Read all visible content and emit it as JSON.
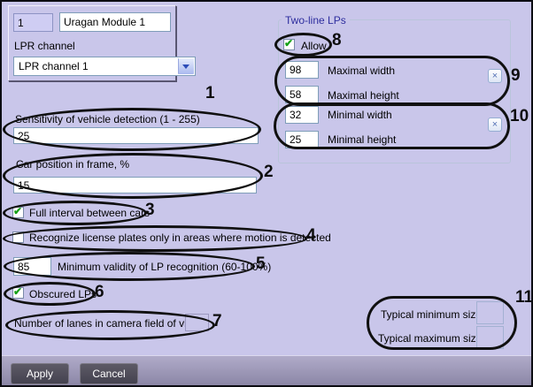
{
  "icons": {
    "check": "✔",
    "clear": "×"
  },
  "colors": {
    "background": "#c9c6ea",
    "group_title_navy": "#2d2d9e",
    "check_green": "#17a018",
    "footer_bar": "#948fae",
    "button_dark": "#4a4753",
    "annotation_black": "#101010"
  },
  "module_panel": {
    "id_value": "1",
    "name_value": "Uragan Module 1",
    "channel_label": "LPR channel",
    "channel_value": "LPR channel 1"
  },
  "two_line_lps": {
    "title": "Two-line LPs",
    "allow": {
      "label": "Allow",
      "checked": "true"
    },
    "maximal_width": {
      "value": "98",
      "label": "Maximal width"
    },
    "maximal_height": {
      "value": "58",
      "label": "Maximal height"
    },
    "minimal_width": {
      "value": "32",
      "label": "Minimal width"
    },
    "minimal_height": {
      "value": "25",
      "label": "Minimal height"
    }
  },
  "detection": {
    "sensitivity": {
      "label": "Sensitivity of vehicle detection (1 - 255)",
      "value": "25"
    },
    "car_position": {
      "label": "Car position in frame, %",
      "value": "15"
    },
    "full_interval": {
      "label": "Full interval between cars",
      "checked": "true"
    },
    "motion_only": {
      "label": "Recognize license plates only in areas where motion is detected",
      "checked": "false"
    },
    "min_validity": {
      "value": "85",
      "label": "Minimum validity of LP recognition (60-100%)"
    },
    "obscured": {
      "label": "Obscured LPs",
      "checked": "true"
    },
    "lanes": {
      "label": "Number of lanes in camera field of view",
      "value": ""
    }
  },
  "typical_size": {
    "min_label": "Typical minimum size",
    "min_value": "",
    "max_label": "Typical maximum size",
    "max_value": ""
  },
  "footer": {
    "apply_label": "Apply",
    "cancel_label": "Cancel"
  },
  "annotations": {
    "n1": "1",
    "n2": "2",
    "n3": "3",
    "n4": "4",
    "n5": "5",
    "n6": "6",
    "n7": "7",
    "n8": "8",
    "n9": "9",
    "n10": "10",
    "n11": "11"
  }
}
